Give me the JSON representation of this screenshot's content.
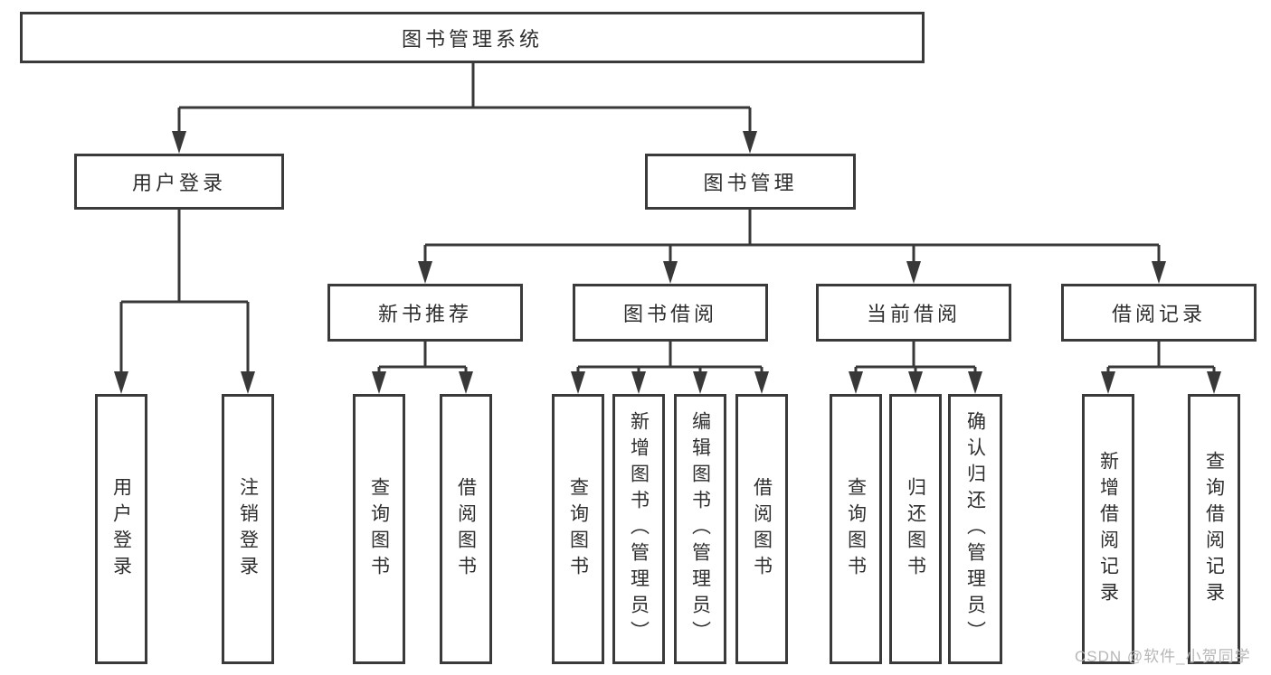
{
  "tree": {
    "label": "图书管理系统",
    "children": [
      {
        "label": "用户登录",
        "children": [
          {
            "label": "用户登录"
          },
          {
            "label": "注销登录"
          }
        ]
      },
      {
        "label": "图书管理",
        "children": [
          {
            "label": "新书推荐",
            "children": [
              {
                "label": "查询图书"
              },
              {
                "label": "借阅图书"
              }
            ]
          },
          {
            "label": "图书借阅",
            "children": [
              {
                "label": "查询图书"
              },
              {
                "label": "新增图书（管理员）"
              },
              {
                "label": "编辑图书（管理员）"
              },
              {
                "label": "借阅图书"
              }
            ]
          },
          {
            "label": "当前借阅",
            "children": [
              {
                "label": "查询图书"
              },
              {
                "label": "归还图书"
              },
              {
                "label": "确认归还（管理员）"
              }
            ]
          },
          {
            "label": "借阅记录",
            "children": [
              {
                "label": "新增借阅记录"
              },
              {
                "label": "查询借阅记录"
              }
            ]
          }
        ]
      }
    ]
  },
  "watermark": {
    "text": "CSDN @软件_小贺同学"
  },
  "colors": {
    "line": "#383838",
    "box_border": "#3a3a3a",
    "text": "#2e2e2e",
    "watermark": "#b7b7b7",
    "background": "#ffffff"
  }
}
